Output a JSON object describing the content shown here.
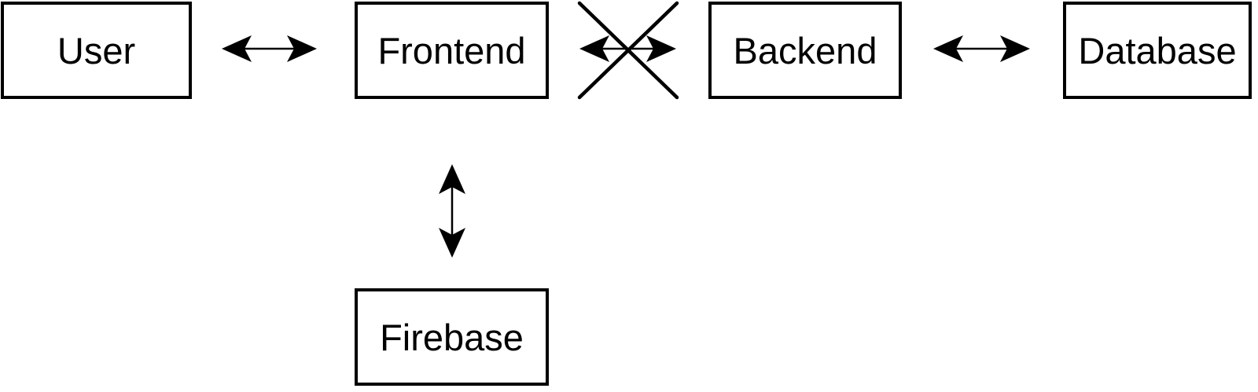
{
  "diagram": {
    "title": "",
    "colors": {
      "stroke": "#000000",
      "fill": "#ffffff"
    },
    "nodes": [
      {
        "id": "user",
        "label": "User"
      },
      {
        "id": "frontend",
        "label": "Frontend"
      },
      {
        "id": "backend",
        "label": "Backend"
      },
      {
        "id": "database",
        "label": "Database"
      },
      {
        "id": "firebase",
        "label": "Firebase"
      }
    ],
    "edges": [
      {
        "from": "user",
        "to": "frontend",
        "direction": "bidirectional",
        "style": "normal"
      },
      {
        "from": "frontend",
        "to": "backend",
        "direction": "bidirectional",
        "style": "crossed-out"
      },
      {
        "from": "backend",
        "to": "database",
        "direction": "bidirectional",
        "style": "normal"
      },
      {
        "from": "frontend",
        "to": "firebase",
        "direction": "bidirectional",
        "style": "normal"
      }
    ]
  }
}
